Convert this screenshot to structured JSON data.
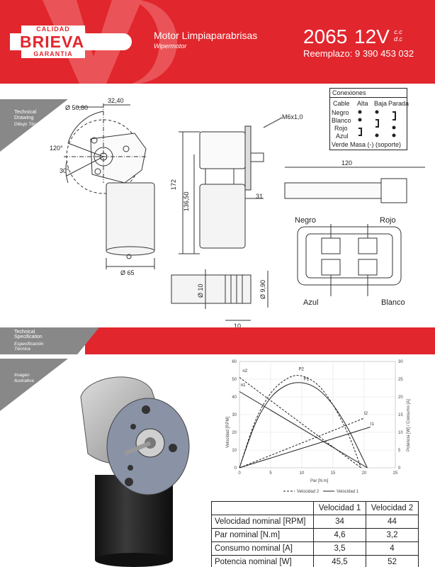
{
  "header": {
    "brand_top": "CALIDAD",
    "brand_name": "BRIEVA",
    "brand_bottom": "GARANTIA",
    "title": "Motor Limpiaparabrisas",
    "subtitle": "Wipermotor",
    "model": "2065",
    "voltage": "12V",
    "current_type_1": "c.c",
    "current_type_2": "d.c",
    "replacement": "Reemplazo: 9 390 453 032"
  },
  "sections": {
    "technical_drawing": "Technical Drawing",
    "technical_drawing_es": "Dibujo Técnico",
    "technical_spec": "Technical Specification",
    "technical_spec_es": "Especificación Técnica",
    "image": "Imagen Ilustrativa"
  },
  "dimensions": {
    "d1": "Ø 50,80",
    "d2": "32,40",
    "a1": "120°",
    "a2": "30°",
    "d3": "M6x1,0",
    "d4": "172",
    "d5": "136,50",
    "d6": "31",
    "d7": "Ø 65",
    "d8": "Ø 10",
    "d9": "Ø 9,90",
    "d10": "10",
    "d11": "120"
  },
  "connector": {
    "negro": "Negro",
    "rojo": "Rojo",
    "azul": "Azul",
    "blanco": "Blanco"
  },
  "connections": {
    "title": "Conexiones",
    "headers": [
      "Cable",
      "Alta",
      "Baja",
      "Parada"
    ],
    "rows": [
      "Negro",
      "Blanco",
      "Rojo",
      "Azul"
    ],
    "ground": "Verde Masa (-) (soporte)"
  },
  "chart_data": {
    "type": "line",
    "title": "",
    "xlabel": "Par [N.m]",
    "ylabel_left": "Velocidad [RPM]",
    "ylabel_right": "Potencia [W] / Consumo [A]",
    "xlim": [
      0,
      25
    ],
    "ylim_left": [
      0,
      60
    ],
    "ylim_right": [
      0,
      30
    ],
    "xticks": [
      0,
      5,
      10,
      15,
      20,
      25
    ],
    "yticks_left": [
      0,
      10,
      20,
      30,
      40,
      50,
      60
    ],
    "yticks_right": [
      0,
      5,
      10,
      15,
      20,
      25,
      30
    ],
    "legend": [
      "Velocidad 2",
      "Velocidad 1"
    ],
    "series": [
      {
        "name": "n1",
        "style": "solid",
        "axis": "left",
        "x": [
          0,
          20.5
        ],
        "y": [
          43,
          0
        ]
      },
      {
        "name": "n2",
        "style": "dashed",
        "axis": "left",
        "x": [
          0,
          19.5
        ],
        "y": [
          51,
          0
        ]
      },
      {
        "name": "P1",
        "style": "solid",
        "axis": "left",
        "x": [
          0,
          2.5,
          5,
          7.5,
          10,
          12.5,
          15,
          17.5,
          20.5
        ],
        "y": [
          0,
          24.5,
          39.5,
          46.5,
          48,
          44.5,
          35.5,
          21.5,
          0
        ]
      },
      {
        "name": "P2",
        "style": "dashed",
        "axis": "left",
        "x": [
          0,
          2.5,
          5,
          7.5,
          9.75,
          12.5,
          15,
          17.5,
          19.5
        ],
        "y": [
          0,
          26,
          42,
          50,
          52,
          47,
          35.5,
          18.5,
          0
        ]
      },
      {
        "name": "I1",
        "style": "solid",
        "axis": "right",
        "x": [
          0,
          21
        ],
        "y": [
          0,
          11.5
        ]
      },
      {
        "name": "I2",
        "style": "dashed",
        "axis": "right",
        "x": [
          0,
          20
        ],
        "y": [
          0,
          14
        ]
      }
    ]
  },
  "table": {
    "headers": [
      "",
      "Velocidad 1",
      "Velocidad 2"
    ],
    "rows": [
      [
        "Velocidad nominal [RPM]",
        "34",
        "44"
      ],
      [
        "Par nominal [N.m]",
        "4,6",
        "3,2"
      ],
      [
        "Consumo nominal [A]",
        "3,5",
        "4"
      ],
      [
        "Potencia nominal [W]",
        "45,5",
        "52"
      ]
    ]
  }
}
